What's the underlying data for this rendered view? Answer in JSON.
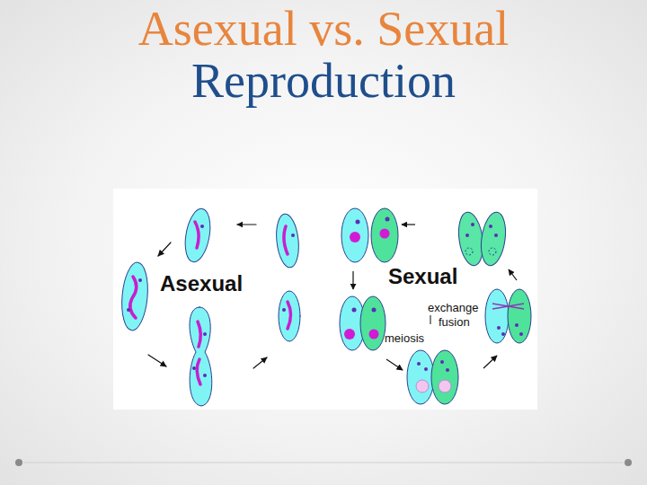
{
  "diagram": {
    "title": "Asexual vs. Sexual Reproduction",
    "labels": [
      "Asexual",
      "Sexual",
      "exchange",
      "fusion",
      "meiosis"
    ]
  }
}
